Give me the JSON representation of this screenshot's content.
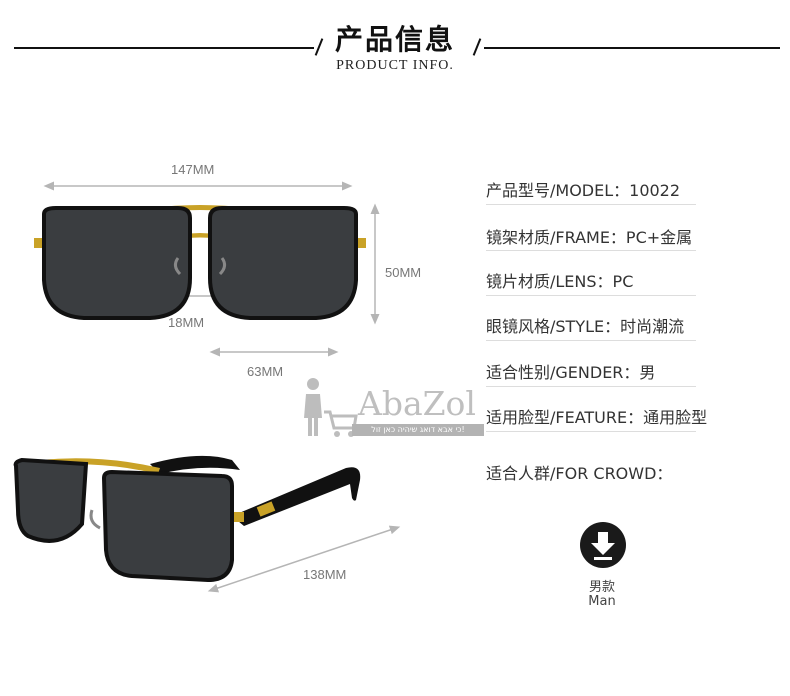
{
  "header": {
    "title_cn": "产品信息",
    "title_en": "PRODUCT INFO."
  },
  "dimensions": {
    "total_width": "147MM",
    "lens_height": "50MM",
    "bridge": "18MM",
    "lens_width": "63MM",
    "temple_length": "138MM"
  },
  "specs": [
    "产品型号/MODEL：10022",
    "镜架材质/FRAME：PC+金属",
    "镜片材质/LENS：PC",
    "眼镜风格/STYLE：时尚潮流",
    "适合性别/GENDER：男",
    "适用脸型/FEATURE：通用脸型",
    "适合人群/FOR CROWD："
  ],
  "watermark": {
    "brand": "AbaZol",
    "tagline": "כי אבא דואג שיהיה כאן זול!"
  },
  "gender": {
    "icon": "arrow-down-circle-icon",
    "label_cn": "男款",
    "label_en": "Man"
  },
  "colors": {
    "frame": "#111111",
    "metal": "#c9a227",
    "lens": "#3a3d40",
    "dim_line": "#b5b5b5"
  }
}
